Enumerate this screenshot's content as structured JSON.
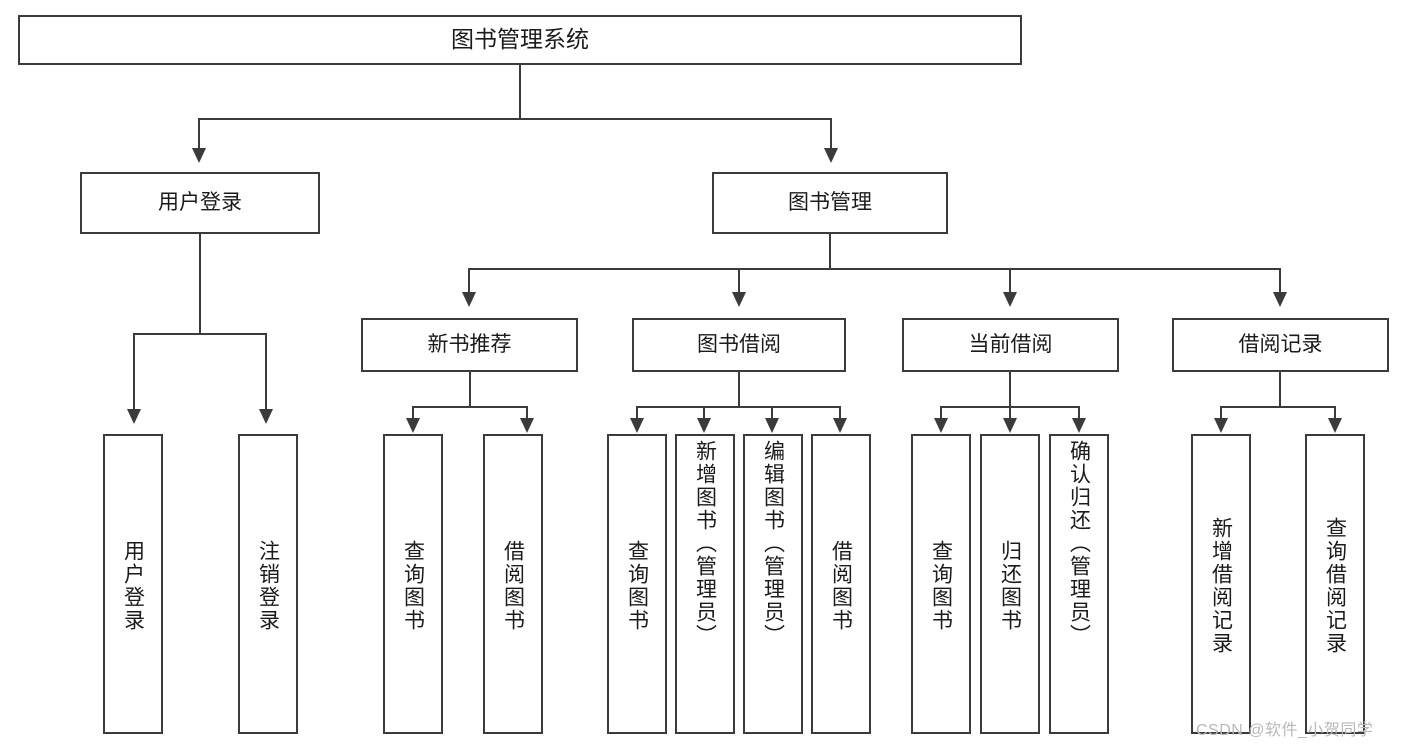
{
  "diagram": {
    "type": "tree",
    "title": "图书管理系统",
    "root": {
      "label": "图书管理系统"
    },
    "level2": [
      {
        "label": "用户登录"
      },
      {
        "label": "图书管理"
      }
    ],
    "level3": [
      {
        "label": "新书推荐"
      },
      {
        "label": "图书借阅"
      },
      {
        "label": "当前借阅"
      },
      {
        "label": "借阅记录"
      }
    ],
    "leaves": {
      "user_login": [
        {
          "label": "用户登录"
        },
        {
          "label": "注销登录"
        }
      ],
      "new_book_recommend": [
        {
          "label": "查询图书"
        },
        {
          "label": "借阅图书"
        }
      ],
      "book_borrow": [
        {
          "label": "查询图书"
        },
        {
          "label": "新增图书（管理员）"
        },
        {
          "label": "编辑图书（管理员）"
        },
        {
          "label": "借阅图书"
        }
      ],
      "current_borrow": [
        {
          "label": "查询图书"
        },
        {
          "label": "归还图书"
        },
        {
          "label": "确认归还（管理员）"
        }
      ],
      "borrow_record": [
        {
          "label": "新增借阅记录"
        },
        {
          "label": "查询借阅记录"
        }
      ]
    }
  },
  "watermark": {
    "text": "CSDN @软件_小贺同学"
  },
  "colors": {
    "stroke": "#3b3b3b",
    "background": "#ffffff",
    "text": "#1b1b1b",
    "watermark": "#b9b9b9"
  }
}
